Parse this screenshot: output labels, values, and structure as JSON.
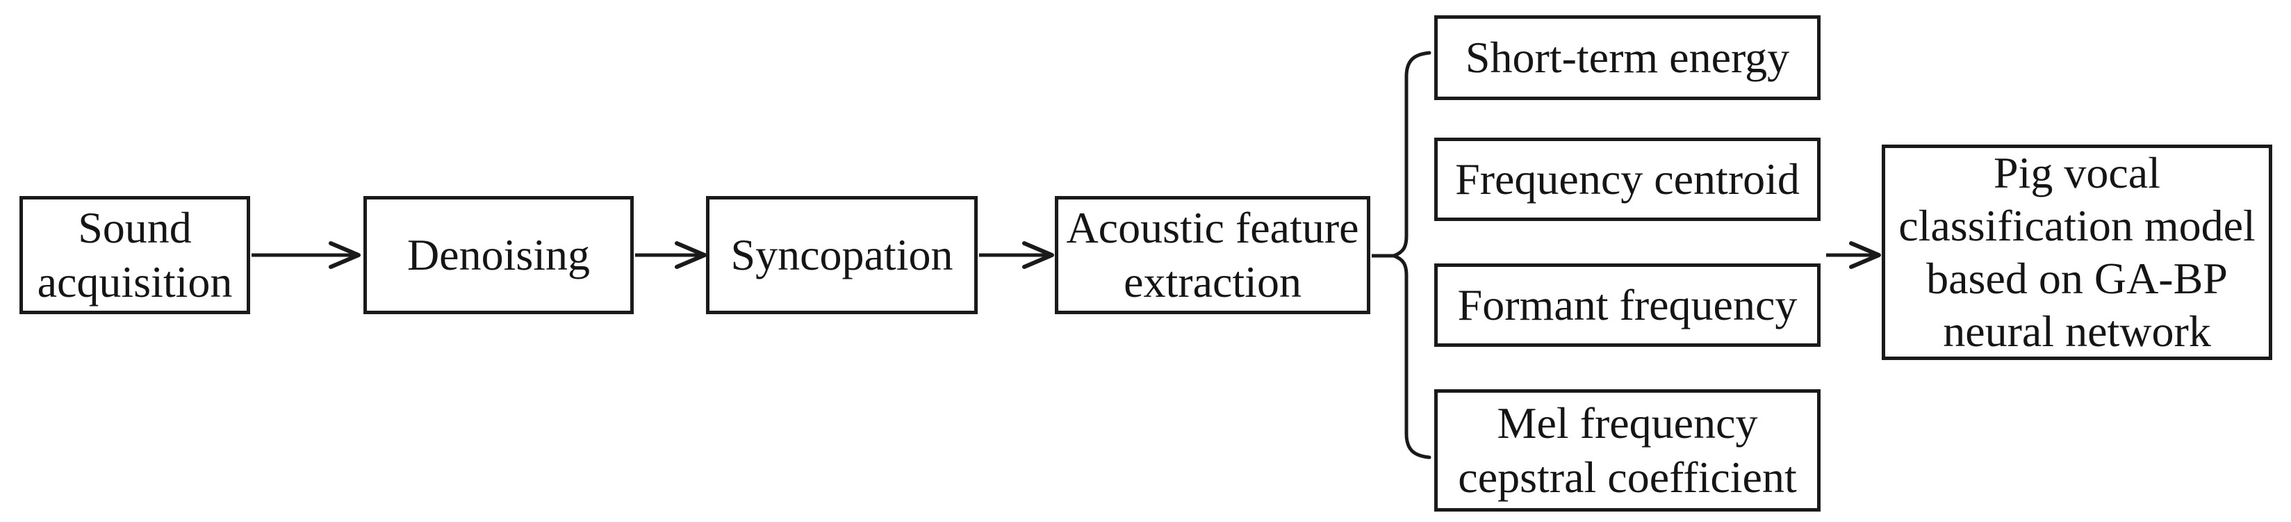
{
  "diagram": {
    "nodes": [
      {
        "id": "sound-acquisition",
        "label": "Sound acquisition",
        "lines": [
          "Sound",
          "acquisition"
        ]
      },
      {
        "id": "denoising",
        "label": "Denoising",
        "lines": [
          "Denoising"
        ]
      },
      {
        "id": "syncopation",
        "label": "Syncopation",
        "lines": [
          "Syncopation"
        ]
      },
      {
        "id": "acoustic-feature-extraction",
        "label": "Acoustic feature extraction",
        "lines": [
          "Acoustic feature",
          "extraction"
        ]
      },
      {
        "id": "short-term-energy",
        "label": "Short-term energy",
        "lines": [
          "Short-term energy"
        ]
      },
      {
        "id": "frequency-centroid",
        "label": "Frequency centroid",
        "lines": [
          "Frequency centroid"
        ]
      },
      {
        "id": "formant-frequency",
        "label": "Formant frequency",
        "lines": [
          "Formant frequency"
        ]
      },
      {
        "id": "mel-frequency-cepstral-coefficient",
        "label": "Mel frequency cepstral coefficient",
        "lines": [
          "Mel frequency",
          "cepstral coefficient"
        ]
      },
      {
        "id": "pig-vocal-classification-model",
        "label": "Pig vocal classification model based on GA-BP neural network",
        "lines": [
          "Pig vocal",
          "classification model",
          "based on GA-BP",
          "neural network"
        ]
      }
    ],
    "feature_group": {
      "grouped_by": "curly-brace",
      "members": [
        "short-term-energy",
        "frequency-centroid",
        "formant-frequency",
        "mel-frequency-cepstral-coefficient"
      ]
    },
    "edges": [
      {
        "from": "sound-acquisition",
        "to": "denoising",
        "connector": "arrow"
      },
      {
        "from": "denoising",
        "to": "syncopation",
        "connector": "arrow"
      },
      {
        "from": "syncopation",
        "to": "acoustic-feature-extraction",
        "connector": "arrow"
      },
      {
        "from": "acoustic-feature-extraction",
        "to": "feature-group",
        "connector": "line-to-brace"
      },
      {
        "from": "feature-group",
        "to": "pig-vocal-classification-model",
        "connector": "arrow"
      }
    ],
    "colors": {
      "background": "#ffffff",
      "line": "#1a1a1a",
      "text": "#151515",
      "box_fill": "#ffffff"
    }
  }
}
